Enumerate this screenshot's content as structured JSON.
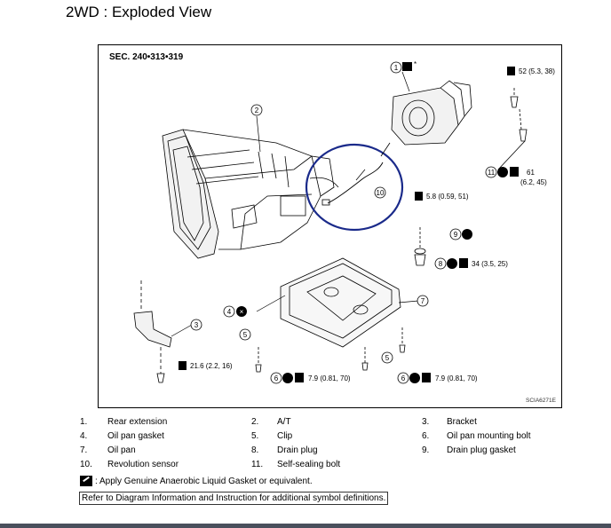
{
  "page_title": "2WD : Exploded View",
  "figure": {
    "section": "SEC. 240•313•319",
    "code": "SCIA6271E",
    "callouts": {
      "c1": "1",
      "c2": "2",
      "c3": "3",
      "c4": "4",
      "c5a": "5",
      "c5b": "5",
      "c6a": "6",
      "c6b": "6",
      "c7": "7",
      "c8": "8",
      "c9": "9",
      "c10": "10",
      "c11": "11"
    },
    "torques": {
      "t52": "52 (5.3, 38)",
      "t61a": "61",
      "t61b": "(6.2, 45)",
      "t58": "5.8 (0.59, 51)",
      "t34": "34 (3.5, 25)",
      "t216": "21.6 (2.2, 16)",
      "t79a": "7.9 (0.81, 70)",
      "t79b": "7.9 (0.81, 70)"
    }
  },
  "legend": [
    [
      {
        "num": "1.",
        "name": "Rear extension"
      },
      {
        "num": "2.",
        "name": "A/T"
      },
      {
        "num": "3.",
        "name": "Bracket"
      }
    ],
    [
      {
        "num": "4.",
        "name": "Oil pan gasket"
      },
      {
        "num": "5.",
        "name": "Clip"
      },
      {
        "num": "6.",
        "name": "Oil pan mounting bolt"
      }
    ],
    [
      {
        "num": "7.",
        "name": "Oil pan"
      },
      {
        "num": "8.",
        "name": "Drain plug"
      },
      {
        "num": "9.",
        "name": "Drain plug gasket"
      }
    ],
    [
      {
        "num": "10.",
        "name": "Revolution sensor"
      },
      {
        "num": "11.",
        "name": "Self-sealing bolt"
      },
      {
        "num": "",
        "name": ""
      }
    ]
  ],
  "note": ": Apply Genuine Anaerobic Liquid Gasket or equivalent.",
  "reference_link": "Refer to Diagram Information and Instruction for additional symbol definitions.",
  "colors": {
    "annotation_circle": "#1a2a8a",
    "bottom_bar": "#4a4f5c"
  }
}
